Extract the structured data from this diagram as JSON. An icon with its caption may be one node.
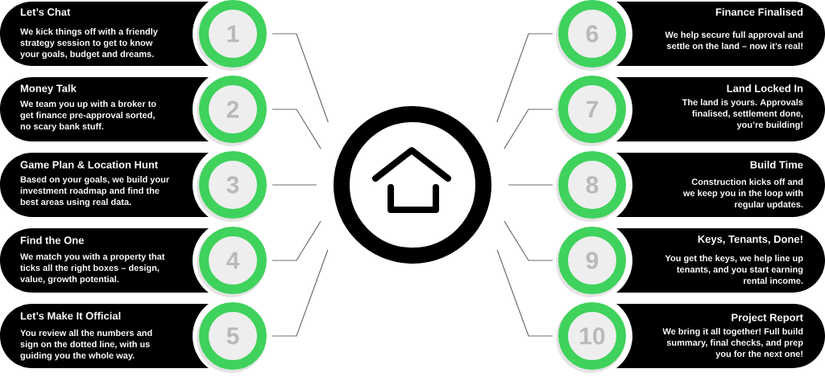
{
  "diagram": {
    "nodes": [
      {
        "text": [
          "Let’s Chat",
          "We kick things off with a friendly strategy session to get to know your goals, budget and dreams."
        ]
      },
      {
        "text": [
          "1"
        ]
      },
      {
        "text": [
          "Money Talk",
          "We team you up with a broker to get finance pre-approval sorted, no scary bank stuff."
        ]
      },
      {
        "text": [
          "2"
        ]
      },
      {
        "text": [
          "Game Plan & Location Hunt",
          "Based on your goals, we build your investment roadmap and find the best areas using real data."
        ]
      },
      {
        "text": [
          "3"
        ]
      },
      {
        "text": [
          "Find the One",
          "We match you with a property that ticks all the right boxes – design, value, growth potential."
        ]
      },
      {
        "text": [
          "4"
        ]
      },
      {
        "text": [
          "Let’s Make It Official",
          "You review all the numbers and sign on the dotted line, with us guiding you the whole way."
        ]
      },
      {
        "text": [
          "5"
        ]
      },
      {
        "text": [
          "Finance Finalised",
          "We help secure full approval and settle on the land – now it’s real!"
        ]
      },
      {
        "text": [
          "6"
        ]
      },
      {
        "text": [
          "Land Locked In",
          "The land is yours. Approvals finalised, settlement done, you’re building!"
        ]
      },
      {
        "text": [
          "7"
        ]
      },
      {
        "text": [
          "Build Time",
          "Construction kicks off and we keep you in the loop with regular updates."
        ]
      },
      {
        "text": [
          "8"
        ]
      },
      {
        "text": [
          "Keys, Tenants, Done!",
          "You get the keys, we help line up tenants, and you start earning rental income."
        ]
      },
      {
        "text": [
          "9"
        ]
      },
      {
        "text": [
          "Project Report",
          "We bring it all together! Full build summary, final checks, and prep you for the next one!"
        ]
      },
      {
        "text": [
          "10"
        ]
      },
      {
        "text": [],
        "shape": "circle"
      }
    ],
    "edges": [
      {
        "from": 1,
        "to": 20,
        "arrow": "none"
      },
      {
        "from": 3,
        "to": 20,
        "arrow": "none"
      },
      {
        "from": 5,
        "to": 20,
        "arrow": "none"
      },
      {
        "from": 7,
        "to": 20,
        "arrow": "none"
      },
      {
        "from": 9,
        "to": 20,
        "arrow": "none"
      },
      {
        "from": 11,
        "to": 20,
        "arrow": "none"
      },
      {
        "from": 13,
        "to": 20,
        "arrow": "none"
      },
      {
        "from": 15,
        "to": 20,
        "arrow": "none"
      },
      {
        "from": 17,
        "to": 20,
        "arrow": "none"
      },
      {
        "from": 19,
        "to": 20,
        "arrow": "none"
      }
    ]
  }
}
